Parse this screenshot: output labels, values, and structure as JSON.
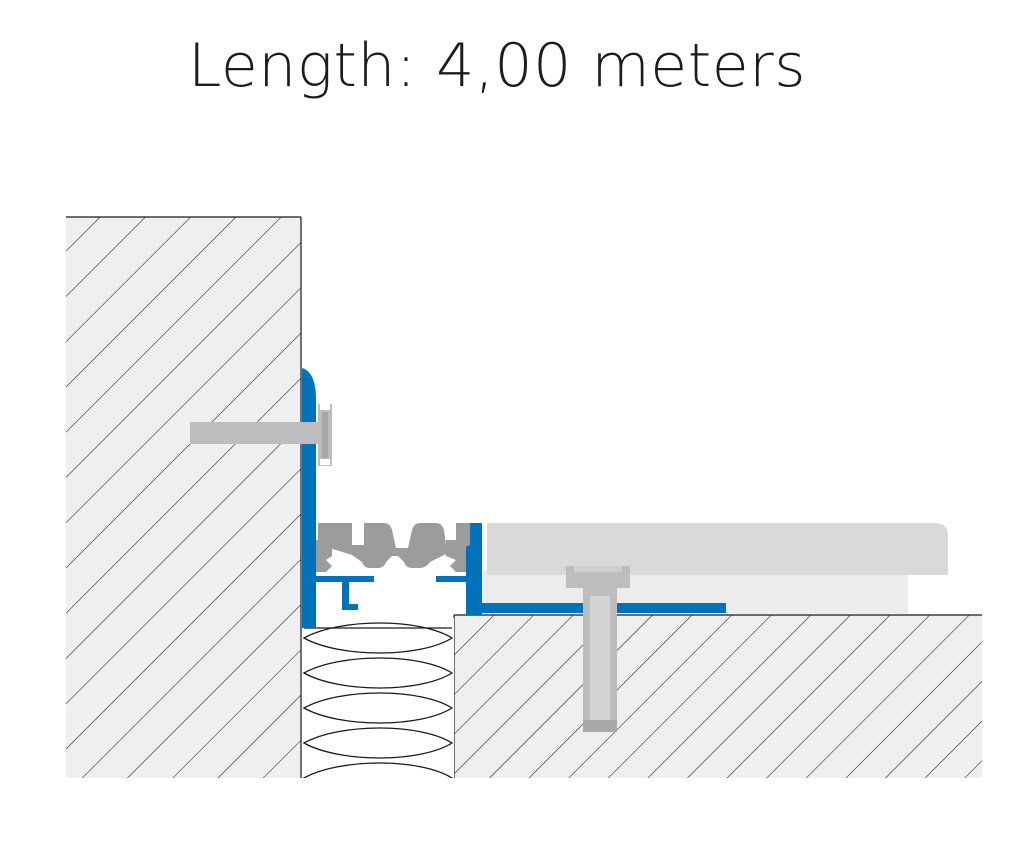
{
  "title": "Length: 4,00 meters",
  "colors": {
    "background": "#ffffff",
    "concrete_fill": "#efefef",
    "hatch_line": "#1a1a1a",
    "profile_blue": "#0072bc",
    "rubber_gray": "#9c9c9c",
    "anchor_gray": "#bdbdbd",
    "tile_gray": "#d9d9d9",
    "screed_gray": "#ececec",
    "insulation_line": "#1a1a1a"
  },
  "icons": {
    "wall": "hatched-concrete-wall",
    "floor": "hatched-concrete-slab",
    "insulation": "compressible-joint-filler",
    "profile": "aluminium-joint-profile",
    "insert": "rubber-insert",
    "anchor": "anchor-bolt"
  }
}
